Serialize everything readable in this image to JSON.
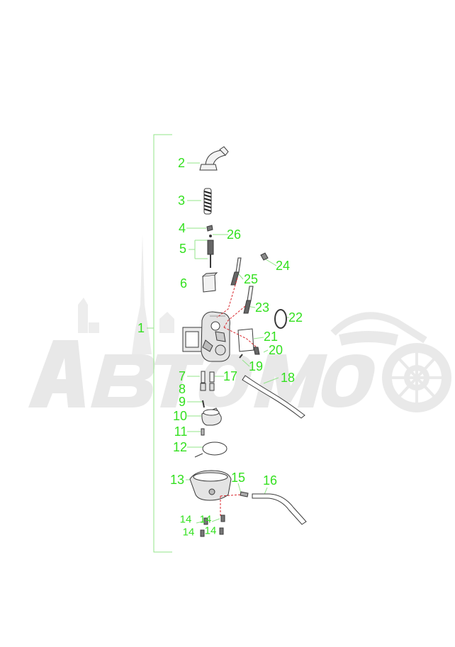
{
  "diagram": {
    "colors": {
      "callout": "#33e01f",
      "leader": "#93e48a",
      "part_outline": "#3a3a3a",
      "part_fill": "#f2f2f2",
      "wiring": "#d8262c",
      "watermark": "#e6e6e6"
    },
    "watermark": {
      "brand": "АвтоМото",
      "logo_icon": "motorcycle-and-spire-icon"
    },
    "callouts": [
      {
        "id": "c1",
        "text": "1"
      },
      {
        "id": "c2",
        "text": "2"
      },
      {
        "id": "c3",
        "text": "3"
      },
      {
        "id": "c4",
        "text": "4"
      },
      {
        "id": "c5",
        "text": "5"
      },
      {
        "id": "c6",
        "text": "6"
      },
      {
        "id": "c7",
        "text": "7"
      },
      {
        "id": "c8",
        "text": "8"
      },
      {
        "id": "c9",
        "text": "9"
      },
      {
        "id": "c10",
        "text": "10"
      },
      {
        "id": "c11",
        "text": "11"
      },
      {
        "id": "c12",
        "text": "12"
      },
      {
        "id": "c13",
        "text": "13"
      },
      {
        "id": "c14a",
        "text": "14"
      },
      {
        "id": "c14b",
        "text": "14"
      },
      {
        "id": "c14c",
        "text": "14"
      },
      {
        "id": "c14d",
        "text": "14"
      },
      {
        "id": "c15",
        "text": "15"
      },
      {
        "id": "c16",
        "text": "16"
      },
      {
        "id": "c17",
        "text": "17"
      },
      {
        "id": "c18",
        "text": "18"
      },
      {
        "id": "c19",
        "text": "19"
      },
      {
        "id": "c20",
        "text": "20"
      },
      {
        "id": "c21",
        "text": "21"
      },
      {
        "id": "c22",
        "text": "22"
      },
      {
        "id": "c23",
        "text": "23"
      },
      {
        "id": "c24",
        "text": "24"
      },
      {
        "id": "c25",
        "text": "25"
      },
      {
        "id": "c26",
        "text": "26"
      }
    ]
  }
}
